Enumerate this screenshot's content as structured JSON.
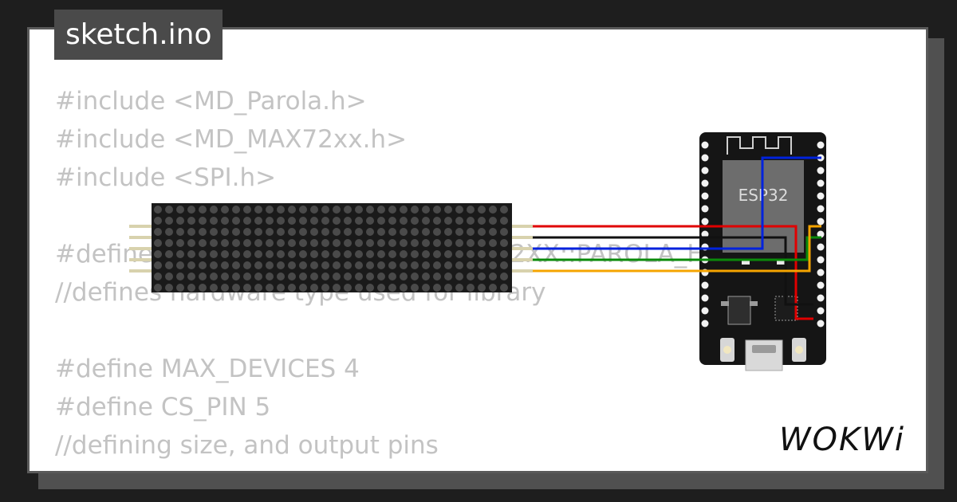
{
  "header": {
    "file_name": "sketch.ino"
  },
  "code_lines": [
    "#include <MD_Parola.h>",
    "#include <MD_MAX72xx.h>",
    "#include <SPI.h>",
    "",
    "#define HARDWARE_TYPE MD_MAX72XX::PAROLA_HW",
    "//defines hardware type used for library",
    "",
    "#define MAX_DEVICES 4",
    "#define CS_PIN 5",
    "//defining size, and output pins"
  ],
  "board": {
    "chip_label": "ESP32"
  },
  "wire_colors": [
    "#e00000",
    "#111111",
    "#0022dd",
    "#0a8a0a",
    "#f5a400"
  ],
  "brand": {
    "logo_text": "WOKWi"
  }
}
